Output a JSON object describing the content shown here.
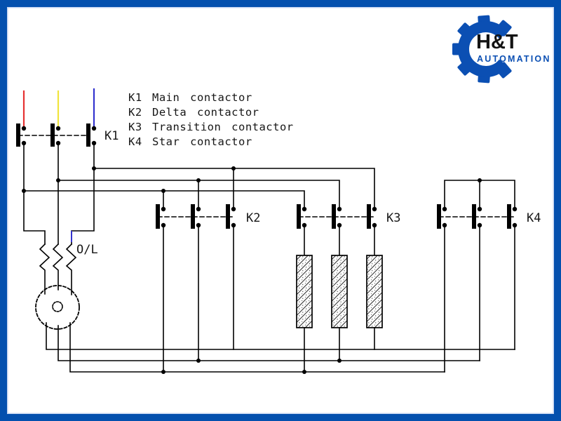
{
  "brand": {
    "name": "H&T",
    "tagline": "AUTOMATION"
  },
  "legend": {
    "items": [
      {
        "key": "K1",
        "desc": "Main contactor"
      },
      {
        "key": "K2",
        "desc": "Delta contactor"
      },
      {
        "key": "K3",
        "desc": "Transition contactor"
      },
      {
        "key": "K4",
        "desc": "Star contactor"
      }
    ]
  },
  "labels": {
    "k1": "K1",
    "k2": "K2",
    "k3": "K3",
    "k4": "K4",
    "overload": "O/L"
  },
  "colors": {
    "border_blue": "#0450ae",
    "brand_blue": "#0b4fb3",
    "wire_black": "#000000",
    "phase_l1_red": "#e63232",
    "phase_l2_yellow": "#f0e43c",
    "phase_l3_blue": "#3434cf"
  }
}
